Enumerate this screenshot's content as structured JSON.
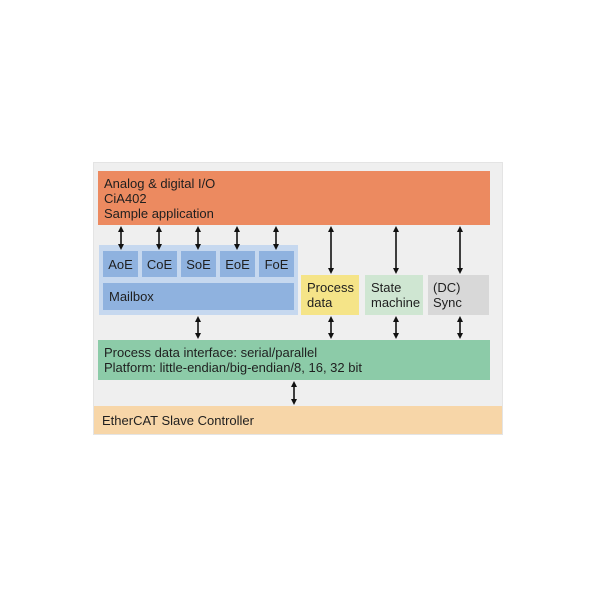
{
  "application_layer": {
    "lines": [
      "Analog & digital I/O",
      "CiA402",
      "Sample application"
    ]
  },
  "mailbox_protocols": [
    "AoE",
    "CoE",
    "SoE",
    "EoE",
    "FoE"
  ],
  "mailbox": {
    "label": "Mailbox"
  },
  "process_data": {
    "lines": [
      "Process",
      "data"
    ]
  },
  "state_machine": {
    "lines": [
      "State",
      "machine"
    ]
  },
  "sync": {
    "lines": [
      "(DC)",
      "Sync"
    ]
  },
  "process_data_interface": {
    "lines": [
      "Process data interface: serial/parallel",
      "Platform: little-endian/big-endian/8, 16, 32 bit"
    ]
  },
  "slave_controller": {
    "label": "EtherCAT Slave Controller"
  },
  "colors": {
    "application": "#ec8a60",
    "mailbox_group": "#c6d8ef",
    "mailbox": "#8fb2df",
    "process_data": "#f5e488",
    "state_machine": "#cfe6d2",
    "sync": "#d8d8d8",
    "interface": "#8ccba8",
    "controller": "#f7d6a8"
  }
}
